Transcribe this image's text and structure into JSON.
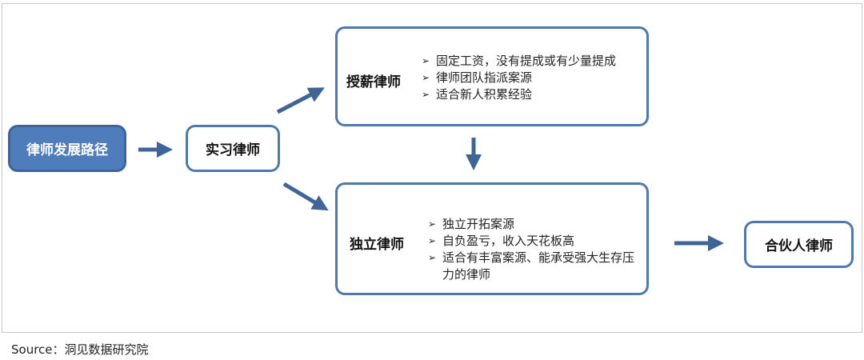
{
  "root": "律师发展路径",
  "intern": "实习律师",
  "salaried": {
    "title": "授薪律师",
    "bullets": [
      "固定工资，没有提成或有少量提成",
      "律师团队指派案源",
      "适合新人积累经验"
    ]
  },
  "independent": {
    "title": "独立律师",
    "bullets": [
      "独立开拓案源",
      "自负盈亏，收入天花板高",
      "适合有丰富案源、能承受强大生存压力的律师"
    ]
  },
  "partner": "合伙人律师",
  "source": "Source：洞见数据研究院",
  "colors": {
    "accent": "#4f7dbc",
    "arrow": "#3e6498"
  }
}
